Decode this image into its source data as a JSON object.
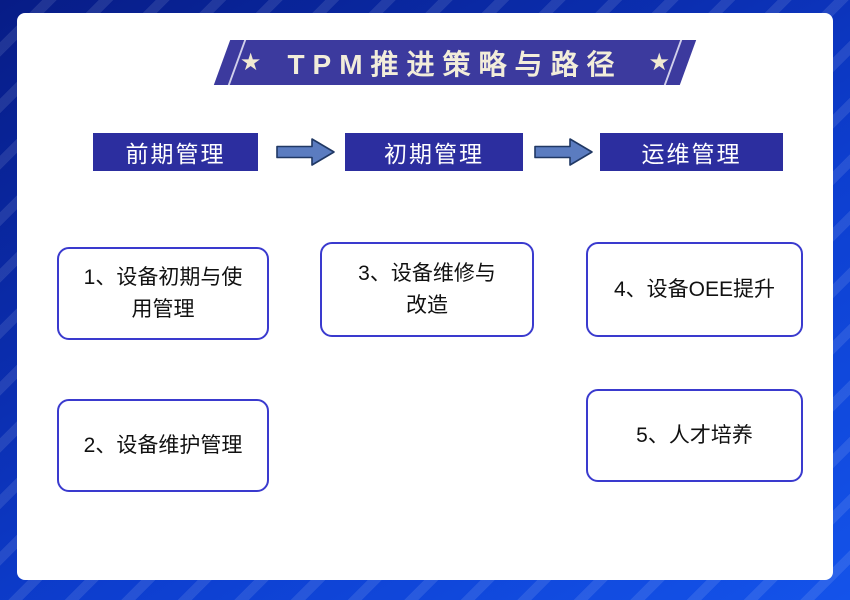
{
  "slide": {
    "frame": {
      "bg_dark": "#071c86",
      "bg_bright": "#1453ea",
      "stripe_color": "rgba(255,255,255,0.10)",
      "panel_color": "#ffffff"
    },
    "title_banner": {
      "text": "TPM推进策略与路径",
      "star": "★",
      "bg_color": "#3c3a9e",
      "text_color": "#f2edda"
    },
    "stages": [
      {
        "label": "前期管理"
      },
      {
        "label": "初期管理"
      },
      {
        "label": "运维管理"
      }
    ],
    "flow": {
      "stage_bg": "#2c2e9f",
      "stage_text_color": "#ffffff",
      "arrow_fill": "#5b7cc0",
      "arrow_stroke": "#203864"
    },
    "cards": [
      {
        "label": "1、设备初期与使\n用管理"
      },
      {
        "label": "2、设备维护管理"
      },
      {
        "label": "3、设备维修与\n改造"
      },
      {
        "label": "4、设备OEE提升"
      },
      {
        "label": "5、人才培养"
      }
    ],
    "card_style": {
      "border_color": "#3a3ace",
      "text_color": "#111111"
    }
  }
}
